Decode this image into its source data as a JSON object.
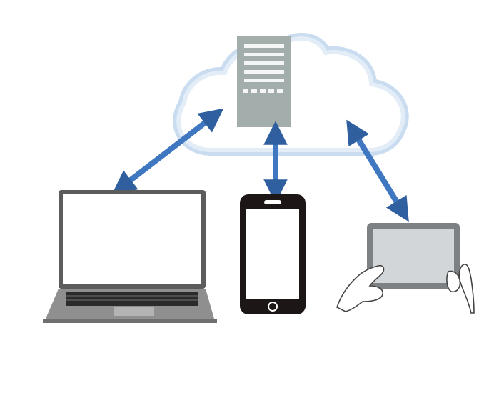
{
  "diagram": {
    "kind": "cloud-computing-network",
    "nodes": [
      {
        "id": "cloud",
        "icon": "cloud-icon"
      },
      {
        "id": "server",
        "icon": "server-icon",
        "inside": "cloud"
      },
      {
        "id": "laptop",
        "icon": "laptop-icon"
      },
      {
        "id": "smartphone",
        "icon": "smartphone-icon"
      },
      {
        "id": "tablet",
        "icon": "tablet-icon"
      }
    ],
    "edges": [
      {
        "from": "cloud",
        "to": "laptop",
        "direction": "bidirectional"
      },
      {
        "from": "server",
        "to": "smartphone",
        "direction": "bidirectional"
      },
      {
        "from": "cloud",
        "to": "tablet",
        "direction": "bidirectional"
      }
    ]
  },
  "colors": {
    "cloud_outline": "#c9dcf0",
    "cloud_outline_inner": "#e3edf8",
    "server_body": "#a3aeac",
    "server_slot": "#f4f6f6",
    "arrow": "#3f78c1",
    "arrow_dark": "#2f5f9e",
    "device_frame": "#1d1616",
    "laptop_body": "#8f8f8f",
    "laptop_frame": "#5c5c5c",
    "keyboard": "#2b2b2b",
    "tablet_frame": "#7e8184",
    "tablet_screen": "#d3d6d8",
    "hand_outline": "#444444"
  }
}
